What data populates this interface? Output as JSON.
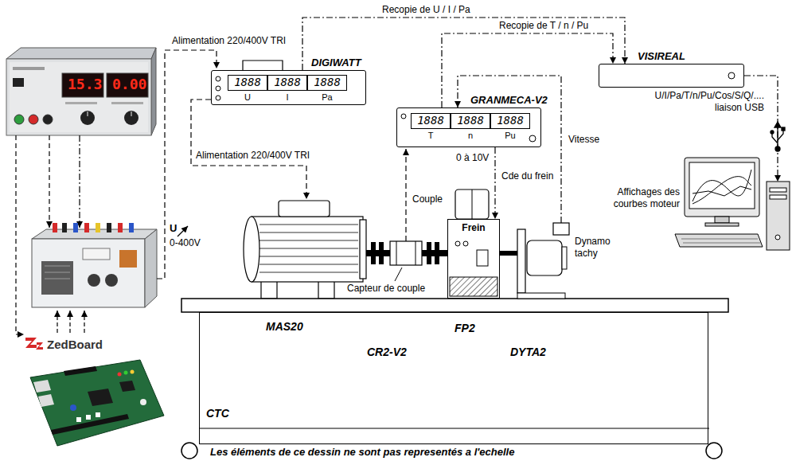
{
  "diagram": {
    "caption": "Les éléments de ce dessin ne sont pas representés a l'echelle",
    "nodes": [
      {
        "text": [
          "DIGIWATT"
        ]
      },
      {
        "text": [
          "1888",
          "U"
        ],
        "in": 0
      },
      {
        "text": [
          "1888",
          "I"
        ],
        "in": 0
      },
      {
        "text": [
          "1888",
          "Pa"
        ],
        "in": 0
      },
      {
        "text": [
          "VISIREAL"
        ]
      },
      {
        "text": [
          "GRANMECA-V2"
        ]
      },
      {
        "text": [
          "1888",
          "T"
        ],
        "in": 5
      },
      {
        "text": [
          "1888",
          "n"
        ],
        "in": 5
      },
      {
        "text": [
          "1888",
          "Pu"
        ],
        "in": 5
      },
      {
        "text": [
          "Affichages des courbes moteur"
        ]
      },
      {
        "text": [
          "Frein"
        ]
      },
      {
        "text": [
          "Dynamo tachy"
        ]
      },
      {
        "text": [
          "MAS20",
          "FP2",
          "CR2-V2",
          "DYTA2",
          "CTC"
        ]
      }
    ],
    "edges": [
      {
        "from": 0,
        "to": 4,
        "label": "Recopie de U / I / Pa",
        "arrow": "to"
      },
      {
        "from": 5,
        "to": 4,
        "label": "Recopie de T / n / Pu",
        "arrow": "to"
      },
      {
        "from": 11,
        "to": 5,
        "label": "Vitesse",
        "arrow": "to"
      },
      {
        "from": 5,
        "to": 10,
        "label": "Cde du frein",
        "arrow": "to"
      },
      {
        "from": 4,
        "to": 9,
        "label": "U/I/Pa/T/n/Pu/Cos/S/Q/.... liaison USB",
        "arrow": "to"
      }
    ],
    "labels": [
      "15.3",
      "0.00",
      "Alimentation 220/400V TRI",
      "U",
      "0-400V",
      "Alimentation 220/400V TRI",
      "Couple",
      "0 à 10V",
      "Capteur de couple",
      "ZedBoard"
    ]
  }
}
